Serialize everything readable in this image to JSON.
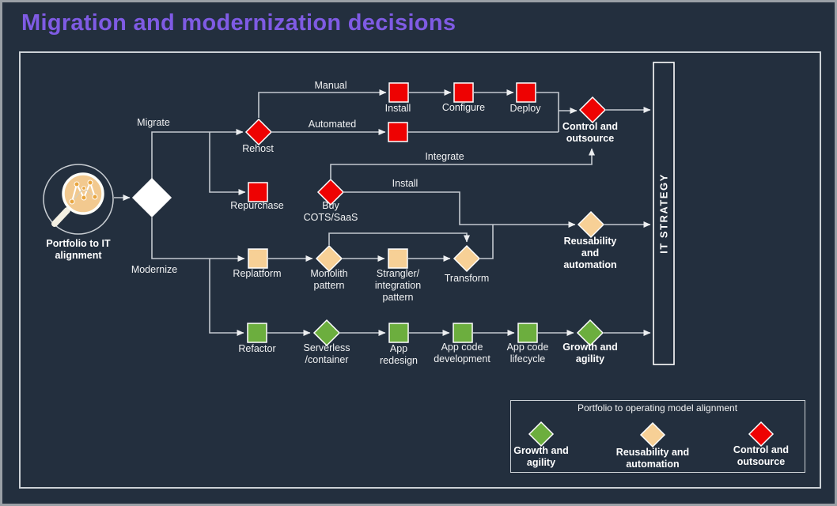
{
  "title": "Migration and modernization decisions",
  "colors": {
    "bg": "#232f3e",
    "outer-border": "#9aa0a6",
    "frame-border": "#ccd1d6",
    "line": "#c3c9cf",
    "title": "#7f5be4",
    "red": "#ee0202",
    "tan": "#f7d096",
    "green": "#6cae3e",
    "text": "#f1f2f3",
    "lens": "#f2c98f",
    "dot": "#e9a63f"
  },
  "start": {
    "label": "Portfolio to IT\nalignment"
  },
  "branches": {
    "migrate": "Migrate",
    "modernize": "Modernize"
  },
  "edges": {
    "manual": "Manual",
    "automated": "Automated",
    "integrate": "Integrate",
    "install": "Install"
  },
  "nodes": {
    "rehost": "Rehost",
    "install": "Install",
    "configure": "Configure",
    "deploy": "Deploy",
    "repurchase": "Repurchase",
    "buy": "Buy\nCOTS/SaaS",
    "replatform": "Replatform",
    "monolith": "Monolith\npattern",
    "strangler": "Strangler/\nintegration\npattern",
    "transform": "Transform",
    "refactor": "Refactor",
    "serverless": "Serverless\n/container",
    "app_redesign": "App\nredesign",
    "app_code_dev": "App code\ndevelopment",
    "app_code_lifecycle": "App code\nlifecycle"
  },
  "outcomes": {
    "control": "Control and\noutsource",
    "reusability": "Reusability\nand\nautomation",
    "growth": "Growth and\nagility"
  },
  "it_strategy": "IT STRATEGY",
  "legend": {
    "title": "Portfolio to operating model alignment",
    "items": [
      {
        "label": "Growth and\nagility",
        "color": "green"
      },
      {
        "label": "Reusability and\nautomation",
        "color": "tan"
      },
      {
        "label": "Control and\noutsource",
        "color": "red"
      }
    ]
  }
}
